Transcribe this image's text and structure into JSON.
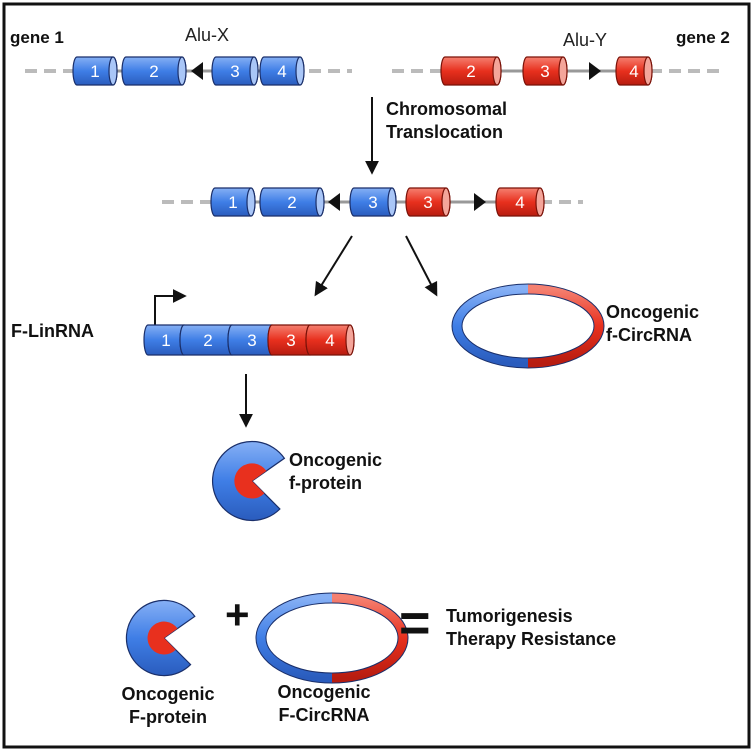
{
  "gene_labels": {
    "gene1": "gene 1",
    "gene2": "gene 2"
  },
  "alu_labels": {
    "alu_x": "Alu-X",
    "alu_y": "Alu-Y"
  },
  "exons": {
    "gene1": [
      "1",
      "2",
      "3",
      "4"
    ],
    "gene2": [
      "2",
      "3",
      "4"
    ],
    "fusion": [
      "1",
      "2",
      "3",
      "3",
      "4"
    ],
    "linrna": [
      "1",
      "2",
      "3",
      "3",
      "4"
    ]
  },
  "process": {
    "line1": "Chromosomal",
    "line2": "Translocation"
  },
  "linrna_label": "F-LinRNA",
  "circ_label": {
    "line1": "Oncogenic",
    "line2": "f-CircRNA"
  },
  "protein_label": {
    "line1": "Oncogenic",
    "line2": "f-protein"
  },
  "equation": {
    "plus": "+",
    "equals": "=",
    "protein": {
      "line1": "Oncogenic",
      "line2": "F-protein"
    },
    "circ": {
      "line1": "Oncogenic",
      "line2": "F-CircRNA"
    },
    "result": {
      "line1": "Tumorigenesis",
      "line2": "Therapy Resistance"
    }
  },
  "colors": {
    "blue": "#3f7ee6",
    "red": "#e8301e",
    "line": "#bbbbbb",
    "text": "#111111"
  }
}
